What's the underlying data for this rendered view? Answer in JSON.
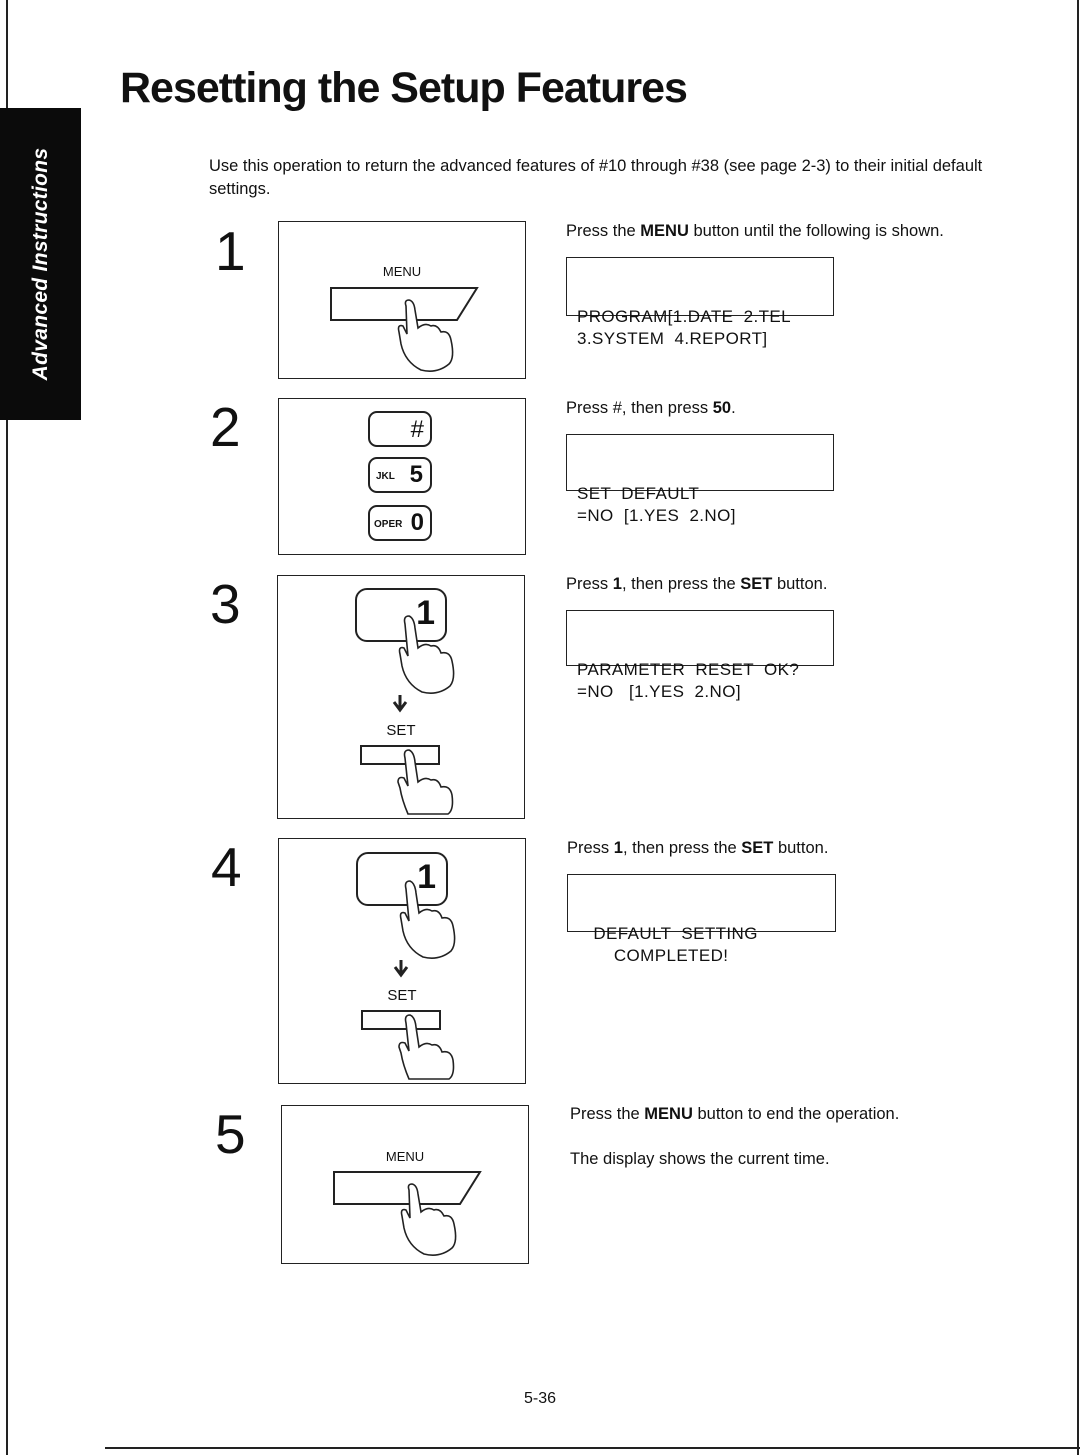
{
  "side_tab": {
    "label": "Advanced Instructions"
  },
  "page": {
    "title": "Resetting the Setup Features",
    "intro": "Use this operation to return the advanced features of #10 through #38 (see page 2-3) to their initial default settings.",
    "page_number": "5-36"
  },
  "steps": [
    {
      "number": "1",
      "panel": {
        "menu_label": "MENU"
      },
      "text_pre": "Press the ",
      "text_bold": "MENU",
      "text_post": " button until the following is shown.",
      "lcd": [
        "PROGRAM[1.DATE  2.TEL",
        "3.SYSTEM  4.REPORT]"
      ]
    },
    {
      "number": "2",
      "panel": {
        "key1": "#",
        "key2_small": "JKL",
        "key2": "5",
        "key3_small": "OPER",
        "key3": "0"
      },
      "text_pre": "Press #, then press ",
      "text_bold": "50",
      "text_post": ".",
      "lcd": [
        "SET  DEFAULT",
        "=NO  [1.YES  2.NO]"
      ]
    },
    {
      "number": "3",
      "panel": {
        "key": "1",
        "set_label": "SET"
      },
      "text_pre": "Press ",
      "text_bold": "1",
      "text_mid": ", then press the ",
      "text_bold2": "SET",
      "text_post": " button.",
      "lcd": [
        "PARAMETER  RESET  OK?",
        "=NO   [1.YES  2.NO]"
      ]
    },
    {
      "number": "4",
      "panel": {
        "key": "1",
        "set_label": "SET"
      },
      "text_pre": "Press ",
      "text_bold": "1",
      "text_mid": ", then press the ",
      "text_bold2": "SET",
      "text_post": " button.",
      "lcd": [
        "   DEFAULT  SETTING",
        "       COMPLETED!"
      ]
    },
    {
      "number": "5",
      "panel": {
        "menu_label": "MENU"
      },
      "text_pre": "Press the ",
      "text_bold": "MENU",
      "text_post": " button to end the operation.",
      "text2": "The display shows the current time."
    }
  ]
}
